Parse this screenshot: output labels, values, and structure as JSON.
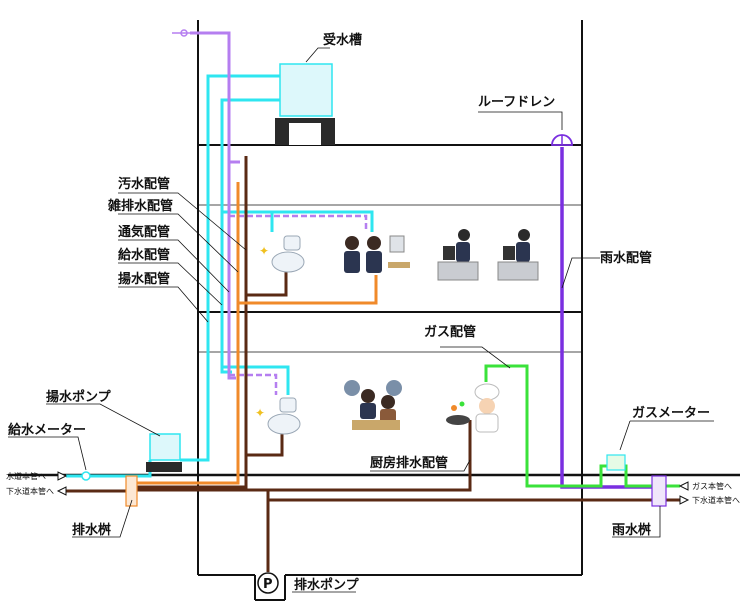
{
  "labels": {
    "receiving_tank": "受水槽",
    "roof_drain": "ルーフドレン",
    "sewage_pipe": "汚水配管",
    "misc_drain_pipe": "雑排水配管",
    "vent_pipe": "通気配管",
    "supply_pipe": "給水配管",
    "lift_pipe": "揚水配管",
    "rain_pipe": "雨水配管",
    "gas_pipe": "ガス配管",
    "lift_pump": "揚水ポンプ",
    "water_meter": "給水メーター",
    "gas_meter": "ガスメーター",
    "kitchen_drain": "厨房排水配管",
    "drain_basin": "排水桝",
    "rain_basin": "雨水桝",
    "drain_pump": "排水ポンプ",
    "pump_symbol": "P",
    "water_main": "水道本管へ",
    "sewer_main": "下水道本管へ",
    "gas_main": "ガス本管へ",
    "sewer_main_right": "下水道本管へ"
  },
  "colors": {
    "water": "#2ee6f0",
    "vent": "#b57ef0",
    "sewage": "#5a2a14",
    "misc": "#f08a2a",
    "rain": "#7a2fe0",
    "gas": "#3ae23a",
    "line": "#111111"
  }
}
